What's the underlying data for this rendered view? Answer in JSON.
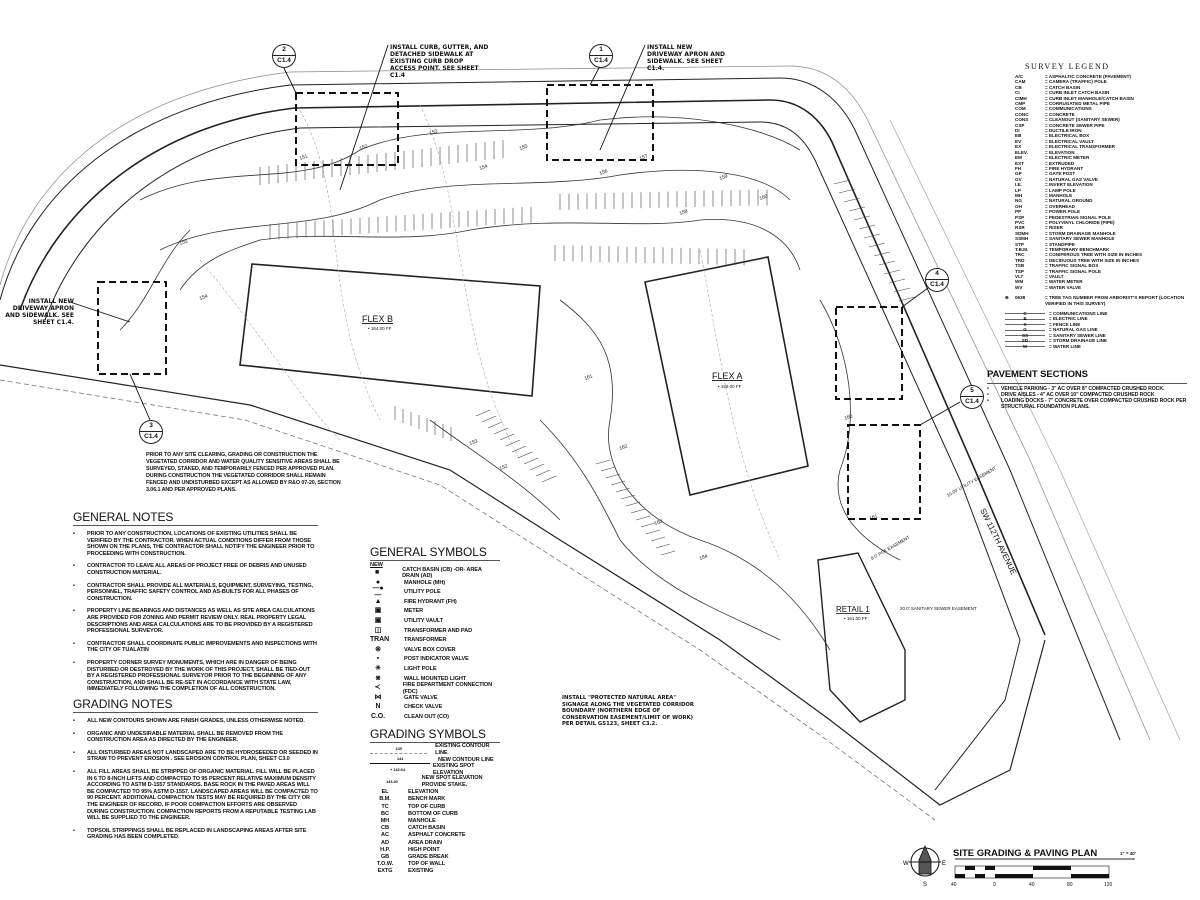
{
  "title": {
    "text": "SITE GRADING & PAVING PLAN",
    "scale": "1\" = 40'"
  },
  "scale_bar": {
    "ticks": [
      "40",
      "0",
      "40",
      "80",
      "120"
    ]
  },
  "north_arrow": {
    "labels": {
      "w": "W",
      "e": "E",
      "s": "S"
    }
  },
  "buildings": [
    {
      "name": "FLEX B",
      "ff": "• 164.00 FF"
    },
    {
      "name": "FLEX A",
      "ff": "• 159.00 FF"
    },
    {
      "name": "RETAIL 1",
      "ff": "• 161.00 FF"
    }
  ],
  "street": "SW 112TH AVENUE",
  "easements": [
    "10.00' UTILITY EASEMENT",
    "8.0' PGE EASEMENT",
    "20.0' SANITARY SEWER EASEMENT"
  ],
  "detail_bubbles": [
    {
      "num": "1",
      "sheet": "C1.4"
    },
    {
      "num": "2",
      "sheet": "C1.4"
    },
    {
      "num": "3",
      "sheet": "C1.4"
    },
    {
      "num": "4",
      "sheet": "C1.4"
    },
    {
      "num": "5",
      "sheet": "C1.4"
    }
  ],
  "callouts": {
    "curb": "INSTALL CURB, GUTTER, AND DETACHED SIDEWALK AT EXISTING CURB DROP ACCESS POINT. SEE SHEET C1.4",
    "driveway_top": "INSTALL NEW DRIVEWAY APRON AND SIDEWALK. SEE SHEET C1.4.",
    "driveway_left": "INSTALL NEW DRIVEWAY APRON AND SIDEWALK. SEE SHEET C1.4.",
    "corridor": "PRIOR TO ANY SITE CLEARING, GRADING OR CONSTRUCTION THE VEGETATED CORRIDOR AND WATER QUALITY SENSITIVE AREAS SHALL BE SURVEYED, STAKED, AND TEMPORARILY FENCED PER APPROVED PLAN. DURING CONSTRUCTION THE VEGETATED CORRIDOR SHALL REMAIN FENCED AND UNDISTURBED EXCEPT AS ALLOWED BY R&O 07-20, SECTION 3.06.1 AND PER APPROVED PLANS.",
    "signage": "INSTALL \"PROTECTED NATURAL AREA\" SIGNAGE ALONG THE VEGETATED CORRIDOR BOUNDARY (NORTHERN EDGE OF CONSERVATION EASEMENT/LIMIT OF WORK) PER DETAIL GS123, SHEET C3.2."
  },
  "contour_labels": [
    "151",
    "152",
    "153",
    "154",
    "155",
    "156",
    "157",
    "158",
    "159",
    "160",
    "161",
    "162",
    "163",
    "164",
    "152",
    "153",
    "154",
    "155",
    "160",
    "161"
  ],
  "general_notes": {
    "title": "GENERAL NOTES",
    "items": [
      "PRIOR TO ANY CONSTRUCTION, LOCATIONS OF EXISTING UTILITIES SHALL BE VERIFIED BY THE CONTRACTOR. WHEN ACTUAL CONDITIONS DIFFER FROM THOSE SHOWN ON THE PLANS, THE CONTRACTOR SHALL NOTIFY THE ENGINEER PRIOR TO PROCEEDING WITH CONSTRUCTION.",
      "CONTRACTOR TO LEAVE ALL AREAS OF PROJECT FREE OF DEBRIS AND UNUSED CONSTRUCTION MATERIAL.",
      "CONTRACTOR SHALL PROVIDE ALL MATERIALS, EQUIPMENT, SURVEYING, TESTING, PERSONNEL, TRAFFIC SAFETY CONTROL AND AS-BUILTS FOR ALL PHASES OF CONSTRUCTION.",
      "PROPERTY LINE BEARINGS AND DISTANCES AS WELL AS SITE AREA CALCULATIONS ARE PROVIDED FOR ZONING AND PERMIT REVIEW ONLY. REAL PROPERTY LEGAL DESCRIPTIONS AND AREA CALCULATIONS ARE TO BE PROVIDED BY A REGISTERED PROFESSIONAL SURVEYOR.",
      "CONTRACTOR SHALL COORDINATE PUBLIC IMPROVEMENTS AND INSPECTIONS WITH THE CITY OF TUALATIN",
      "PROPERTY CORNER SURVEY MONUMENTS, WHICH ARE IN DANGER OF BEING DISTURBED OR DESTROYED BY THE WORK OF THIS PROJECT, SHALL BE TIED-OUT BY A REGISTERED PROFESSIONAL SURVEYOR PRIOR TO THE BEGINNING OF ANY CONSTRUCTION, AND SHALL BE RE-SET IN ACCORDANCE WITH STATE LAW, IMMEDIATELY FOLLOWING THE COMPLETION OF ALL CONSTRUCTION."
    ]
  },
  "grading_notes": {
    "title": "GRADING NOTES",
    "items": [
      "ALL NEW CONTOURS SHOWN ARE FINISH GRADES, UNLESS OTHERWISE NOTED.",
      "ORGANIC AND UNDESIRABLE MATERIAL SHALL BE REMOVED FROM THE CONSTRUCTION AREA AS DIRECTED BY THE ENGINEER.",
      "ALL DISTURBED AREAS NOT LANDSCAPED ARE TO BE HYDROSEEDED OR SEEDED IN STRAW TO PREVENT EROSION . SEE EROSION CONTROL PLAN, SHEET C3.0",
      "ALL FILL AREAS SHALL BE STRIPPED OF ORGANIC MATERIAL. FILL WILL BE PLACED IN 6 TO 8-INCH LIFTS AND COMPACTED TO 95 PERCENT RELATIVE MAXIMUM DENSITY ACCORDING TO ASTM D-1557 STANDARDS. BASE ROCK IN THE PAVED AREAS WILL BE COMPACTED TO 95% ASTM D-1557. LANDSCAPED AREAS WILL BE COMPACTED TO 90 PERCENT. ADDITIONAL COMPACTION TESTS MAY BE REQUIRED BY THE CITY OR THE ENGINEER OF RECORD, IF POOR COMPACTION EFFORTS ARE OBSERVED DURING CONSTRUCTION. COMPACTION REPORTS FROM A REPUTABLE TESTING LAB WILL BE SUPPLIED TO THE ENGINEER.",
      "TOPSOIL STRIPPINGS SHALL BE REPLACED IN LANDSCAPING AREAS AFTER SITE GRADING HAS BEEN COMPLETED."
    ]
  },
  "general_symbols": {
    "title": "GENERAL SYMBOLS",
    "new_label": "NEW",
    "items": [
      {
        "glyph": "■",
        "label": "CATCH BASIN (CB) -OR- AREA DRAIN (AD)"
      },
      {
        "glyph": "●",
        "label": "MANHOLE (MH)"
      },
      {
        "glyph": "—●—",
        "label": "UTILITY POLE"
      },
      {
        "glyph": "▲",
        "label": "FIRE HYDRANT (FH)"
      },
      {
        "glyph": "▣",
        "label": "METER"
      },
      {
        "glyph": "▣",
        "label": "UTILITY VAULT"
      },
      {
        "glyph": "◫",
        "label": "TRANSFORMER AND PAD"
      },
      {
        "glyph": "TRAN",
        "label": "TRANSFORMER"
      },
      {
        "glyph": "⊗",
        "label": "VALVE BOX COVER"
      },
      {
        "glyph": "▪",
        "label": "POST INDICATOR VALVE"
      },
      {
        "glyph": "✳",
        "label": "LIGHT POLE"
      },
      {
        "glyph": "⋇",
        "label": "WALL MOUNTED LIGHT"
      },
      {
        "glyph": "≺",
        "label": "FIRE DEPARTMENT CONNECTION (FDC)"
      },
      {
        "glyph": "⋈",
        "label": "GATE VALVE"
      },
      {
        "glyph": "N",
        "label": "CHECK VALVE"
      },
      {
        "glyph": "C.O.",
        "label": "CLEAN OUT (CO)"
      }
    ]
  },
  "grading_symbols": {
    "title": "GRADING SYMBOLS",
    "lines": [
      {
        "sample": "145",
        "label": "EXISTING CONTOUR LINE"
      },
      {
        "sample": "144",
        "label": "NEW CONTOUR LINE"
      },
      {
        "sample": "+ 142.64",
        "label": "EXISTING SPOT ELEVATION"
      },
      {
        "sample": "143.40",
        "label": "NEW SPOT ELEVATION PROVIDE STAKE."
      }
    ],
    "abbrev": [
      {
        "a": "EL",
        "d": "ELEVATION"
      },
      {
        "a": "B.M.",
        "d": "BENCH MARK"
      },
      {
        "a": "TC",
        "d": "TOP OF CURB"
      },
      {
        "a": "BC",
        "d": "BOTTOM OF CURB"
      },
      {
        "a": "MH",
        "d": "MANHOLE"
      },
      {
        "a": "CB",
        "d": "CATCH BASIN"
      },
      {
        "a": "AC",
        "d": "ASPHALT CONCRETE"
      },
      {
        "a": "AD",
        "d": "AREA DRAIN"
      },
      {
        "a": "H.P.",
        "d": "HIGH POINT"
      },
      {
        "a": "GB",
        "d": "GRADE BREAK"
      },
      {
        "a": "T.O.W.",
        "d": "TOP OF WALL"
      },
      {
        "a": "EXTG",
        "d": "EXISTING"
      }
    ]
  },
  "survey_legend": {
    "title": "SURVEY LEGEND",
    "items": [
      {
        "a": "A/C",
        "d": "= ASPHALTIC CONCRETE (PAVEMENT)"
      },
      {
        "a": "CAM",
        "d": "= CAMERA (TRAFFIC) POLE"
      },
      {
        "a": "CB",
        "d": "= CATCH BASIN"
      },
      {
        "a": "CI",
        "d": "= CURB INLET CATCH BASIN"
      },
      {
        "a": "CIMH",
        "d": "= CURB INLET MANHOLE/CATCH BASIN"
      },
      {
        "a": "CMP",
        "d": "= CORRUGATED METAL PIPE"
      },
      {
        "a": "COM",
        "d": "= COMMUNICATIONS"
      },
      {
        "a": "CONC",
        "d": "= CONCRETE"
      },
      {
        "a": "CONS",
        "d": "= CLEANOUT (SANITARY SEWER)"
      },
      {
        "a": "CSP",
        "d": "= CONCRETE SEWER PIPE"
      },
      {
        "a": "DI",
        "d": "= DUCTILE IRON"
      },
      {
        "a": "EB",
        "d": "= ELECTRICAL BOX"
      },
      {
        "a": "EV",
        "d": "= ELECTRICAL VAULT"
      },
      {
        "a": "EX",
        "d": "= ELECTRICAL TRANSFORMER"
      },
      {
        "a": "ELEV.",
        "d": "= ELEVATION"
      },
      {
        "a": "EM",
        "d": "= ELECTRIC METER"
      },
      {
        "a": "EXT",
        "d": "= EXTRUDED"
      },
      {
        "a": "FH",
        "d": "= FIRE HYDRANT"
      },
      {
        "a": "GP",
        "d": "= GATE POST"
      },
      {
        "a": "GV",
        "d": "= NATURAL GAS VALVE"
      },
      {
        "a": "I.E.",
        "d": "= INVERT ELEVATION"
      },
      {
        "a": "LP",
        "d": "= LAMP POLE"
      },
      {
        "a": "MH",
        "d": "= MANHOLE"
      },
      {
        "a": "NG",
        "d": "= NATURAL GROUND"
      },
      {
        "a": "OH",
        "d": "= OVERHEAD"
      },
      {
        "a": "PP",
        "d": "= POWER POLE"
      },
      {
        "a": "PSP",
        "d": "= PEDESTRIAN SIGNAL POLE"
      },
      {
        "a": "PVC",
        "d": "= POLYVINYL CHLORIDE (PIPE)"
      },
      {
        "a": "RSR",
        "d": "= RISER"
      },
      {
        "a": "SDMH",
        "d": "= STORM DRAINAGE MANHOLE"
      },
      {
        "a": "SSMH",
        "d": "= SANITARY SEWER MANHOLE"
      },
      {
        "a": "STP",
        "d": "= STANDPIPE"
      },
      {
        "a": "T.B.M.",
        "d": "= TEMPORARY BENCHMARK"
      },
      {
        "a": "TRC",
        "d": "= CONIFEROUS TREE WITH SIZE IN INCHES"
      },
      {
        "a": "TRD",
        "d": "= DECIDUOUS TREE WITH SIZE IN INCHES"
      },
      {
        "a": "TSB",
        "d": "= TRAFFIC SIGNAL BOX"
      },
      {
        "a": "TSP",
        "d": "= TRAFFIC SIGNAL POLE"
      },
      {
        "a": "VLT",
        "d": "= VAULT"
      },
      {
        "a": "WM",
        "d": "= WATER METER"
      },
      {
        "a": "WV",
        "d": "= WATER VALVE"
      }
    ],
    "tree_tag": {
      "a": "0638",
      "d": "= TREE TAG NUMBER FROM ARBORIST'S REPORT (LOCATION VERIFIED IN THIS SURVEY)"
    },
    "lines": [
      {
        "code": "C",
        "d": "= COMMUNICATIONS LINE"
      },
      {
        "code": "E",
        "d": "= ELECTRIC LINE"
      },
      {
        "code": "X",
        "d": "= FENCE LINE"
      },
      {
        "code": "G",
        "d": "= NATURAL GAS LINE"
      },
      {
        "code": "SS",
        "d": "= SANITARY SEWER LINE"
      },
      {
        "code": "SD",
        "d": "= STORM DRAINAGE LINE"
      },
      {
        "code": "W",
        "d": "= WATER LINE"
      }
    ]
  },
  "pavement_sections": {
    "title": "PAVEMENT SECTIONS",
    "items": [
      "VEHICLE PARKING - 3\" AC OVER 8\" COMPACTED CRUSHED ROCK.",
      "DRIVE AISLES - 4\" AC OVER 10\" COMPACTED CRUSHED ROCK",
      "LOADING DOCKS - 7\" CONCRETE OVER COMPACTED CRUSHED ROCK PER STRUCTURAL FOUNDATION PLANS."
    ]
  }
}
